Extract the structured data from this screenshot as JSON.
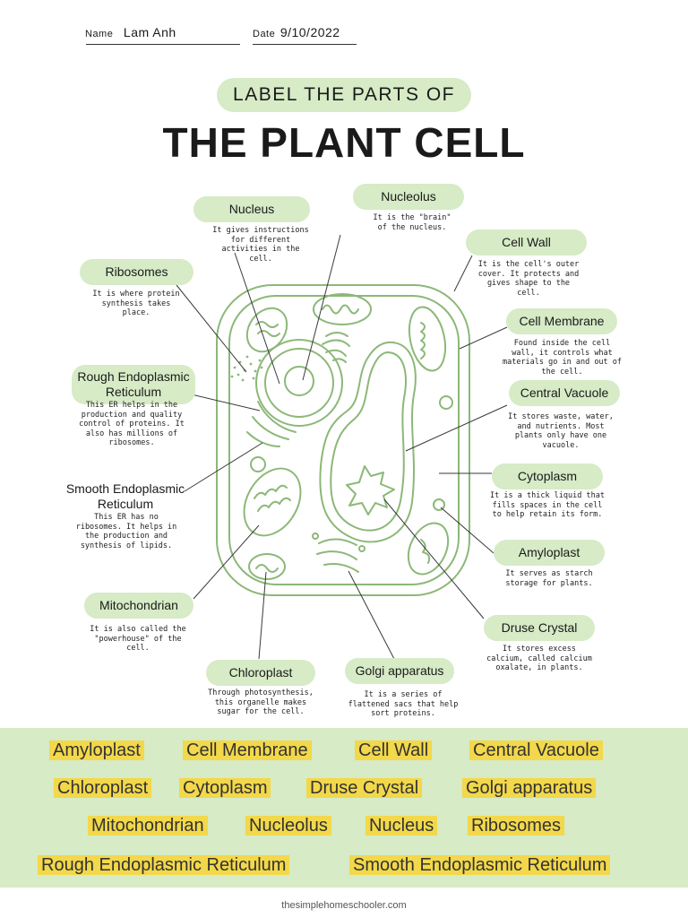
{
  "header": {
    "name_label": "Name",
    "name_value": "Lam Anh",
    "date_label": "Date",
    "date_value": "9/10/2022"
  },
  "subtitle": "LABEL THE PARTS OF",
  "title": "THE PLANT CELL",
  "labels": {
    "nucleus": {
      "name": "Nucleus",
      "desc": "It gives instructions for different activities in the cell."
    },
    "nucleolus": {
      "name": "Nucleolus",
      "desc": "It is the \"brain\" of the nucleus."
    },
    "cell_wall": {
      "name": "Cell Wall",
      "desc": "It is the cell's outer cover. It protects and gives shape to the cell."
    },
    "ribosomes": {
      "name": "Ribosomes",
      "desc": "It is where protein synthesis takes place."
    },
    "cell_membrane": {
      "name": "Cell Membrane",
      "desc": "Found inside the cell wall, it controls what materials go in and out of the cell."
    },
    "rough_er": {
      "name": "Rough Endoplasmic Reticulum",
      "desc": "This ER helps in the production and quality control of proteins. It also has millions of ribosomes."
    },
    "central_vacuole": {
      "name": "Central Vacuole",
      "desc": "It stores waste, water, and nutrients. Most plants only have one vacuole."
    },
    "smooth_er": {
      "name": "Smooth Endoplasmic Reticulum",
      "desc": "This ER has no ribosomes. It helps in the production and synthesis of lipids."
    },
    "cytoplasm": {
      "name": "Cytoplasm",
      "desc": "It is a thick liquid that fills spaces in the cell to help retain its form."
    },
    "amyloplast": {
      "name": "Amyloplast",
      "desc": "It serves as starch storage for plants."
    },
    "mitochondrian": {
      "name": "Mitochondrian",
      "desc": "It is also called the \"powerhouse\" of the cell."
    },
    "druse_crystal": {
      "name": "Druse Crystal",
      "desc": "It stores excess calcium, called calcium oxalate, in plants."
    },
    "chloroplast": {
      "name": "Chloroplast",
      "desc": "Through photosynthesis, this organelle makes sugar for the cell."
    },
    "golgi": {
      "name": "Golgi apparatus",
      "desc": "It is a series of flattened sacs that help sort proteins."
    }
  },
  "word_bank": [
    [
      "Amyloplast",
      "Cell Membrane",
      "Cell Wall",
      "Central Vacuole"
    ],
    [
      "Chloroplast",
      "Cytoplasm",
      "Druse Crystal",
      "Golgi apparatus"
    ],
    [
      "Mitochondrian",
      "Nucleolus",
      "Nucleus",
      "Ribosomes"
    ],
    [
      "Rough Endoplasmic Reticulum",
      "Smooth Endoplasmic Reticulum"
    ]
  ],
  "footer": "thesimplehomeschooler.com",
  "colors": {
    "accent_green": "#d6ebc6",
    "cell_line": "#8cb878",
    "highlight": "#f2d84a"
  }
}
